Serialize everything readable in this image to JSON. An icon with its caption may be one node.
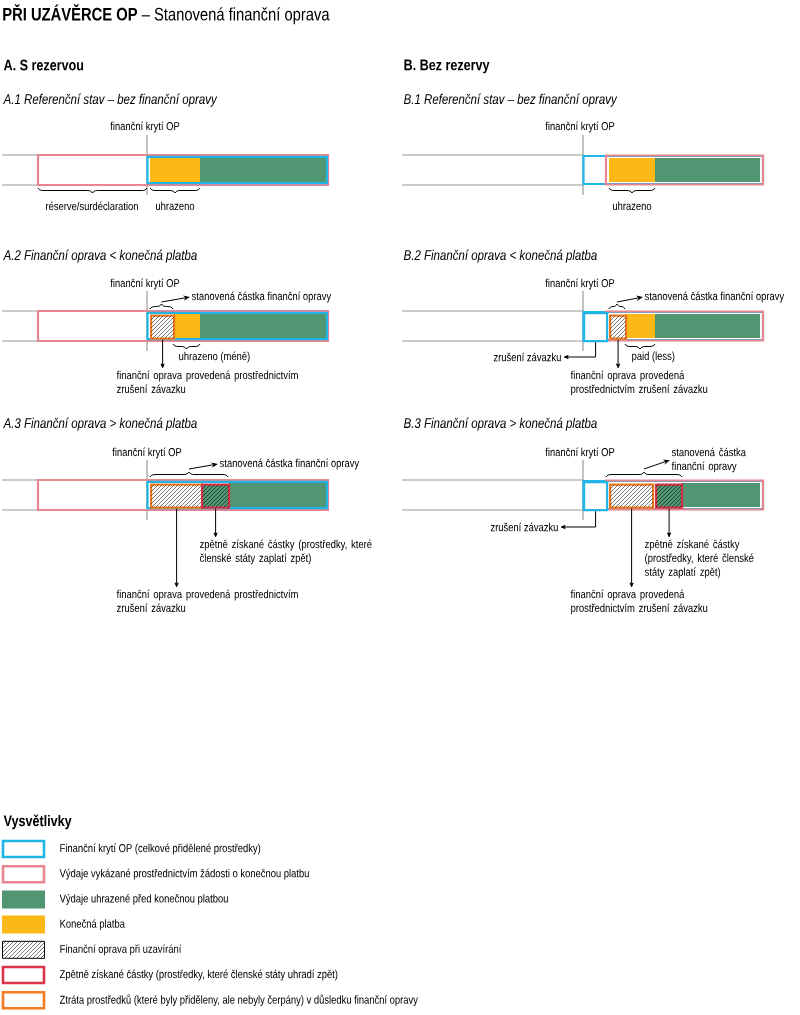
{
  "diagram": {
    "title": "**PŘI UZÁVĚRCE OP** – Stanovená finanční oprava",
    "nodes": [
      {
        "text": [
          "stanovená částka finanční opravy"
        ]
      },
      {
        "text": [],
        "shape": "box"
      },
      {
        "text": [
          "finanční oprava provedená prostřednictvím zrušení závazku"
        ]
      },
      {
        "text": [
          "stanovená částka finanční opravy"
        ]
      },
      {
        "text": [],
        "shape": "box"
      },
      {
        "text": [],
        "shape": "box"
      },
      {
        "text": [
          "zpětně získané částky (prostředky, které členské státy zaplatí zpět)"
        ]
      },
      {
        "text": [
          "finanční oprava provedená prostřednictvím zrušení závazku"
        ]
      },
      {
        "text": [
          "stanovená částka finanční opravy"
        ]
      },
      {
        "text": [],
        "shape": "box"
      },
      {
        "text": [],
        "shape": "box"
      },
      {
        "text": [
          "zrušení závazku"
        ]
      },
      {
        "text": [
          "finanční oprava provedená prostřednictvím zrušení závazku"
        ]
      },
      {
        "text": [
          "stanovená částka finanční opravy"
        ]
      },
      {
        "text": [],
        "shape": "box"
      },
      {
        "text": [],
        "shape": "box"
      },
      {
        "text": [],
        "shape": "box"
      },
      {
        "text": [
          "zrušení závazku"
        ]
      },
      {
        "text": [
          "zpětně získané částky (prostředky, které členské státy zaplatí zpět)"
        ]
      },
      {
        "text": [
          "finanční oprava provedená prostřednictvím zrušení závazku"
        ]
      }
    ],
    "edges": [
      {
        "from": null,
        "to": 0,
        "arrow": "to"
      },
      {
        "from": 1,
        "to": 2,
        "arrow": "to"
      },
      {
        "from": null,
        "to": 3,
        "arrow": "to"
      },
      {
        "from": 4,
        "to": 7,
        "arrow": "to"
      },
      {
        "from": 5,
        "to": 6,
        "arrow": "to"
      },
      {
        "from": null,
        "to": 8,
        "arrow": "to"
      },
      {
        "from": 9,
        "to": 11,
        "arrow": "to"
      },
      {
        "from": 10,
        "to": 12,
        "arrow": "to"
      },
      {
        "from": null,
        "to": 13,
        "arrow": "to"
      },
      {
        "from": 14,
        "to": 17,
        "arrow": "to"
      },
      {
        "from": 15,
        "to": 19,
        "arrow": "to"
      },
      {
        "from": 16,
        "to": 18,
        "arrow": "to"
      }
    ],
    "labels": [
      "A. S rezervou",
      "A.1 Referenční stav – bez finanční opravy",
      "finanční krytí OP",
      "réserve/surdéclaration",
      "uhrazeno",
      "A.2 Finanční oprava < konečná platba",
      "finanční krytí OP",
      "uhrazeno (méně)",
      "A.3 Finanční oprava > konečná platba",
      "finanční krytí OP",
      "B. Bez rezervy",
      "B.1 Referenční stav – bez finanční opravy",
      "finanční krytí OP",
      "uhrazeno",
      "B.2 Finanční oprava < konečná platba",
      "finanční krytí OP",
      "paid (less)",
      "B.3 Finanční oprava > konečná platba",
      "finanční krytí OP",
      "Vysvětlivky"
    ],
    "legend": [
      {
        "text": "Finanční krytí OP (celkové přidělené prostředky)",
        "color": "#1fb5e6"
      },
      {
        "text": "Výdaje vykázané prostřednictvím žádosti o konečnou platbu",
        "color": "#e8868f"
      },
      {
        "text": "Výdaje uhrazené před konečnou platbou",
        "color": "#519672"
      },
      {
        "text": "Konečná platba",
        "color": "#fbb817"
      },
      {
        "text": "Finanční oprava při uzavírání"
      },
      {
        "text": "Zpětně získané částky (prostředky, které členské státy uhradí zpět)",
        "color": "#d9344a"
      },
      {
        "text": "Ztráta prostředků (které byly přiděleny, ale nebyly čerpány) v důsledku finanční opravy",
        "color": "#f27c22"
      }
    ]
  }
}
